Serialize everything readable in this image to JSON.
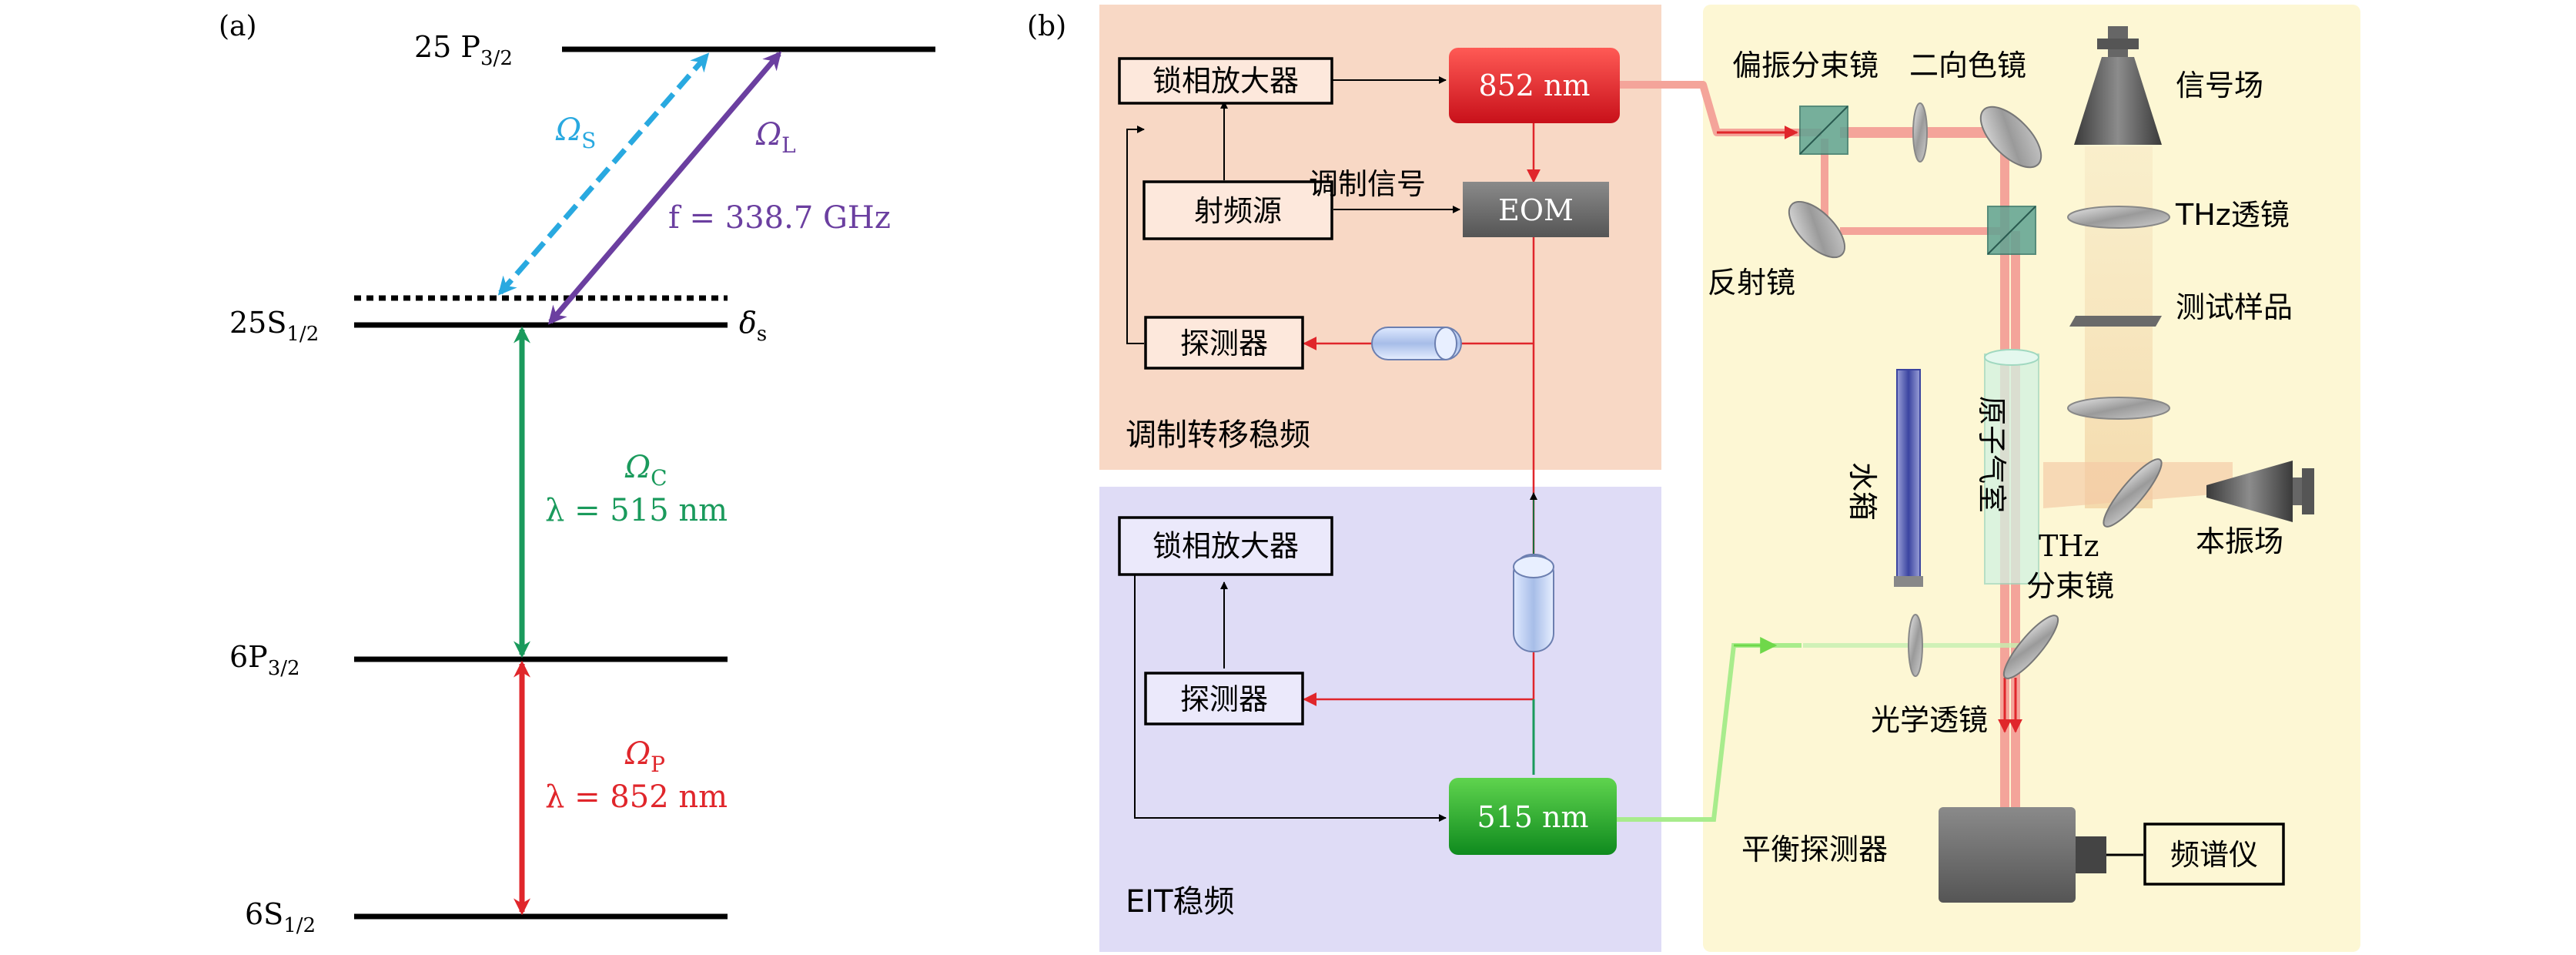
{
  "panel_a": {
    "tag": "(a)",
    "levels": {
      "p25": {
        "main": "25 P",
        "sub": "3/2"
      },
      "s25": {
        "main": "25S",
        "sub": "1/2"
      },
      "p6": {
        "main": "6P",
        "sub": "3/2"
      },
      "s6": {
        "main": "6S",
        "sub": "1/2"
      },
      "delta": {
        "main": "δ",
        "sub": "s"
      }
    },
    "transitions": {
      "omega_s": {
        "main": "Ω",
        "sub": "S",
        "color": "#29a9e0"
      },
      "omega_l": {
        "main": "Ω",
        "sub": "L",
        "color": "#6b3fa0"
      },
      "freq": "f = 338.7 GHz",
      "omega_c": {
        "main": "Ω",
        "sub": "C",
        "color": "#1a9a5c"
      },
      "lambda_c": "λ = 515 nm",
      "omega_p": {
        "main": "Ω",
        "sub": "P",
        "color": "#e0262b"
      },
      "lambda_p": "λ = 852 nm"
    }
  },
  "panel_b": {
    "tag": "(b)",
    "mts": {
      "title": "调制转移稳频",
      "lockin": "锁相放大器",
      "laser852": "852 nm",
      "rf": "射频源",
      "mod_signal": "调制信号",
      "eom": "EOM",
      "detector": "探测器"
    },
    "eit": {
      "title": "EIT稳频",
      "lockin": "锁相放大器",
      "detector": "探测器",
      "laser515": "515 nm"
    },
    "optics": {
      "pbs": "偏振分束镜",
      "dichroic": "二向色镜",
      "signal_field": "信号场",
      "thz_lens": "THz透镜",
      "mirror": "反射镜",
      "sample": "测试样品",
      "water_tank": "水箱",
      "cell": "原子气室",
      "thz_bs_1": "THz",
      "thz_bs_2": "分束镜",
      "lo_field": "本振场",
      "optical_lens": "光学透镜",
      "balanced_detector": "平衡探测器",
      "spectrum_analyzer": "频谱仪"
    }
  }
}
